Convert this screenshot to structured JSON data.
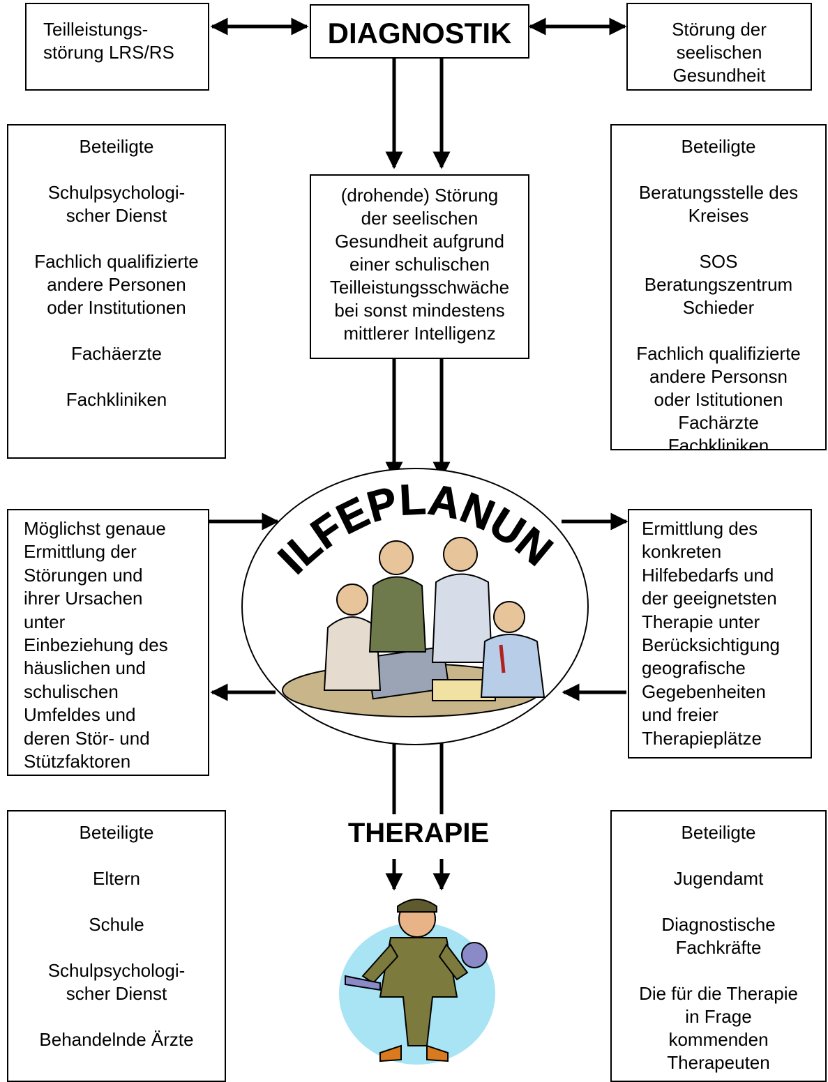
{
  "diagnostik": {
    "title": "DIAGNOSTIK",
    "left_box": [
      "Teilleistungs-",
      "störung LRS/RS"
    ],
    "right_box": [
      "Störung der",
      "seelischen",
      "Gesundheit"
    ]
  },
  "definition_box": [
    "(drohende) Störung",
    "der seelischen",
    "Gesundheit aufgrund",
    "einer schulischen",
    "Teilleistungsschwäche",
    "bei sonst mindestens",
    "mittlerer Intelligenz"
  ],
  "participants_diagnosis_left": {
    "heading": "Beteiligte",
    "items": [
      [
        "Schulpsychologi-",
        "scher Dienst"
      ],
      [
        "Fachlich qualifizierte",
        "andere Personen",
        "oder Institutionen"
      ],
      [
        "Fachäerzte"
      ],
      [
        "Fachkliniken"
      ]
    ]
  },
  "participants_diagnosis_right": {
    "heading": "Beteiligte",
    "items": [
      [
        "Beratungsstelle des",
        "Kreises"
      ],
      [
        "SOS",
        "Beratungszentrum",
        "Schieder"
      ],
      [
        "Fachlich qualifizierte",
        "andere Personsn",
        "oder Istitutionen",
        "Fachärzte",
        "Fachkliniken"
      ]
    ]
  },
  "hilfeplanung": {
    "title": "HILFEPLANUNG",
    "left_box": [
      "Möglichst genaue",
      "Ermittlung der",
      "Störungen und",
      "ihrer Ursachen",
      "unter",
      "Einbeziehung des",
      "häuslichen und",
      "schulischen",
      "Umfeldes und",
      "deren Stör- und",
      "Stützfaktoren"
    ],
    "right_box": [
      "Ermittlung des",
      "konkreten",
      "Hilfebedarfs und",
      "der geeignetsten",
      "Therapie unter",
      "Berücksichtigung",
      "geografische",
      "Gegebenheiten",
      "und freier",
      "Therapieplätze"
    ]
  },
  "therapie": {
    "title": "THERAPIE"
  },
  "participants_therapy_left": {
    "heading": "Beteiligte",
    "items": [
      [
        "Eltern"
      ],
      [
        "Schule"
      ],
      [
        "Schulpsychologi-",
        "scher Dienst"
      ],
      [
        "Behandelnde Ärzte"
      ]
    ]
  },
  "participants_therapy_right": {
    "heading": "Beteiligte",
    "items": [
      [
        "Jugendamt"
      ],
      [
        "Diagnostische",
        "Fachkräfte"
      ],
      [
        "Die für die Therapie",
        "in Frage",
        "kommenden",
        "Therapeuten"
      ]
    ]
  },
  "icons": [
    "meeting-clipart",
    "mechanic-clipart"
  ],
  "colors": {
    "line": "#000000",
    "background": "#ffffff",
    "clipart_sky": "#a8e4f4"
  }
}
